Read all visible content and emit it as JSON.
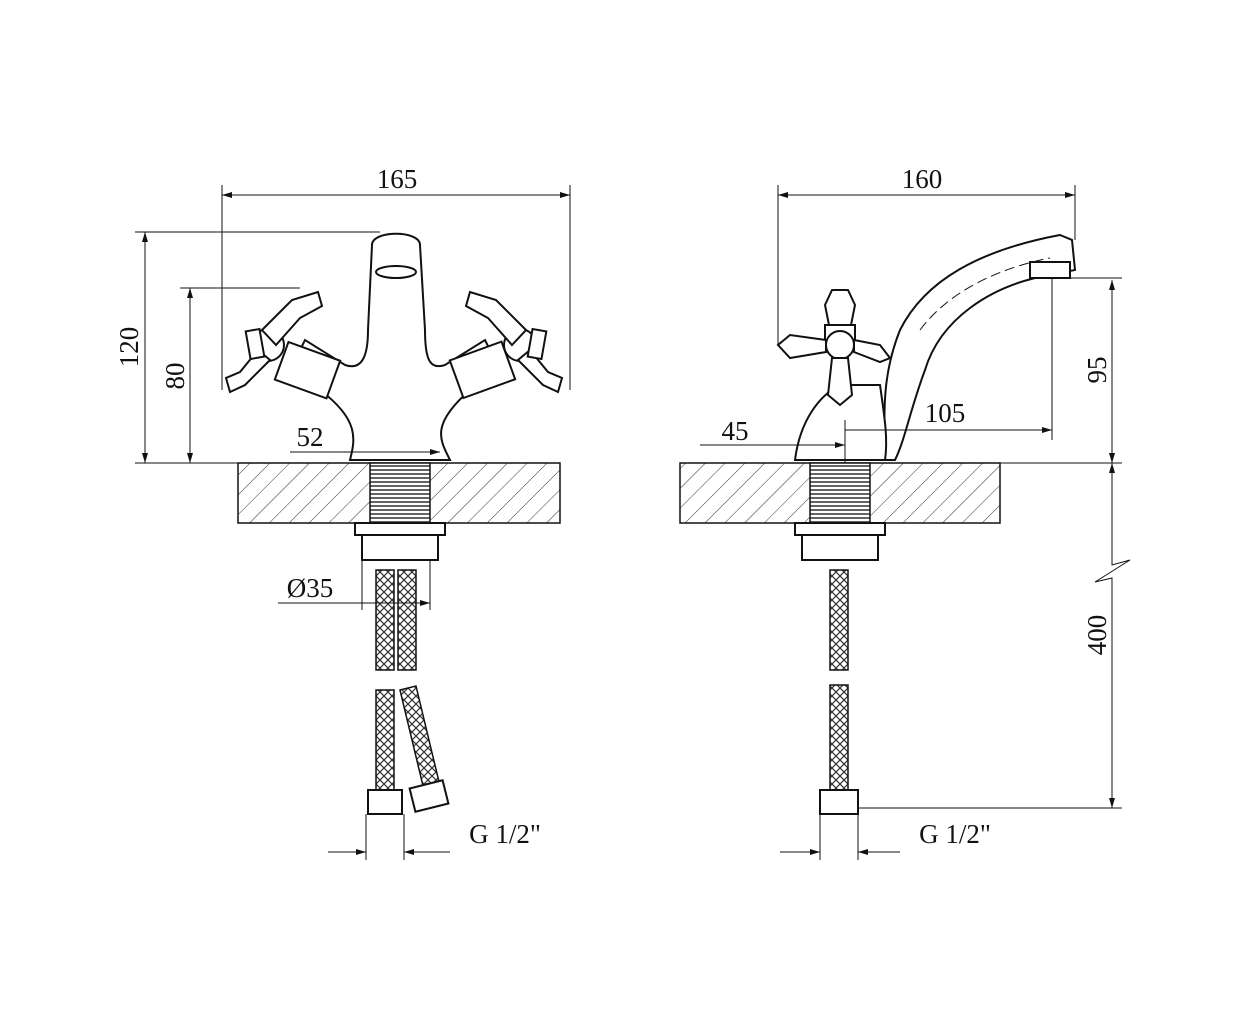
{
  "front_view": {
    "width_label": "165",
    "height_label": "120",
    "handle_height_label": "80",
    "base_label": "52",
    "diameter_label": "Ø35",
    "connection_label": "G 1/2\""
  },
  "side_view": {
    "width_label": "160",
    "spout_height_label": "95",
    "reach_label": "105",
    "base_offset_label": "45",
    "hose_length_label": "400",
    "connection_label": "G 1/2\""
  }
}
